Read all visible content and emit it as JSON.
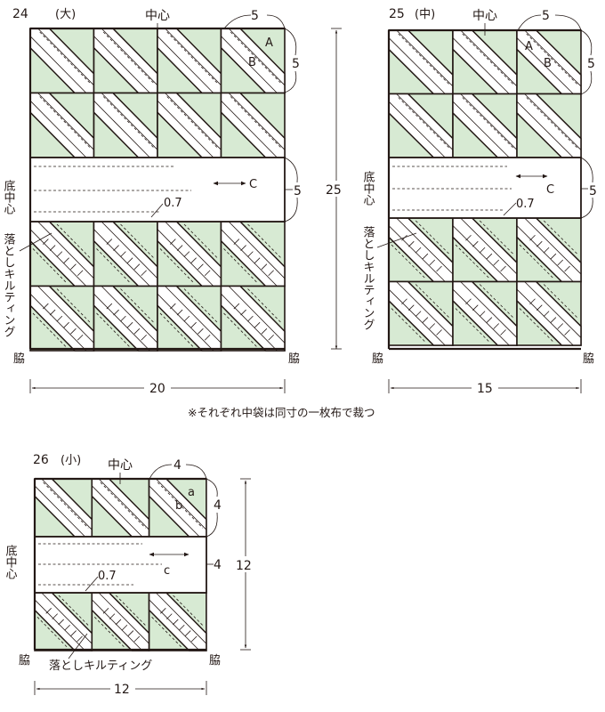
{
  "colors": {
    "fabric": "#d7ead3",
    "line": "#231815",
    "band": "#ffffff"
  },
  "note": "※それぞれ中袋は同寸の一枚布で裁つ",
  "figures": [
    {
      "id": "24",
      "title_num": "24",
      "title_size": "(大)",
      "label_center": "中心",
      "label_bottom_center": "底中心",
      "label_quilting": "落としキルティング",
      "label_side_left": "脇",
      "label_side_right": "脇",
      "piece_a": "A",
      "piece_b": "B",
      "piece_c": "C",
      "dim_block_w": "5",
      "dim_block_h": "5",
      "dim_band_h": "5",
      "dim_total_h": "25",
      "dim_width": "20",
      "dim_offset": "0.7",
      "arrow": "↔"
    },
    {
      "id": "25",
      "title_num": "25",
      "title_size": "(中)",
      "label_center": "中心",
      "label_bottom_center": "底中心",
      "label_quilting": "落としキルティング",
      "label_side_left": "脇",
      "label_side_right": "脇",
      "piece_a": "A",
      "piece_b": "B",
      "piece_c": "C",
      "dim_block_w": "5",
      "dim_block_h": "5",
      "dim_band_h": "5",
      "dim_width": "15",
      "dim_offset": "0.7",
      "arrow": "↔"
    },
    {
      "id": "26",
      "title_num": "26",
      "title_size": "(小)",
      "label_center": "中心",
      "label_bottom_center": "底中心",
      "label_quilting": "落としキルティング",
      "label_side_left": "脇",
      "label_side_right": "脇",
      "piece_a": "a",
      "piece_b": "b",
      "piece_c": "c",
      "dim_block_w": "4",
      "dim_block_h": "4",
      "dim_band_h": "4",
      "dim_total_h": "12",
      "dim_width": "12",
      "dim_offset": "0.7",
      "arrow": "↔"
    }
  ]
}
